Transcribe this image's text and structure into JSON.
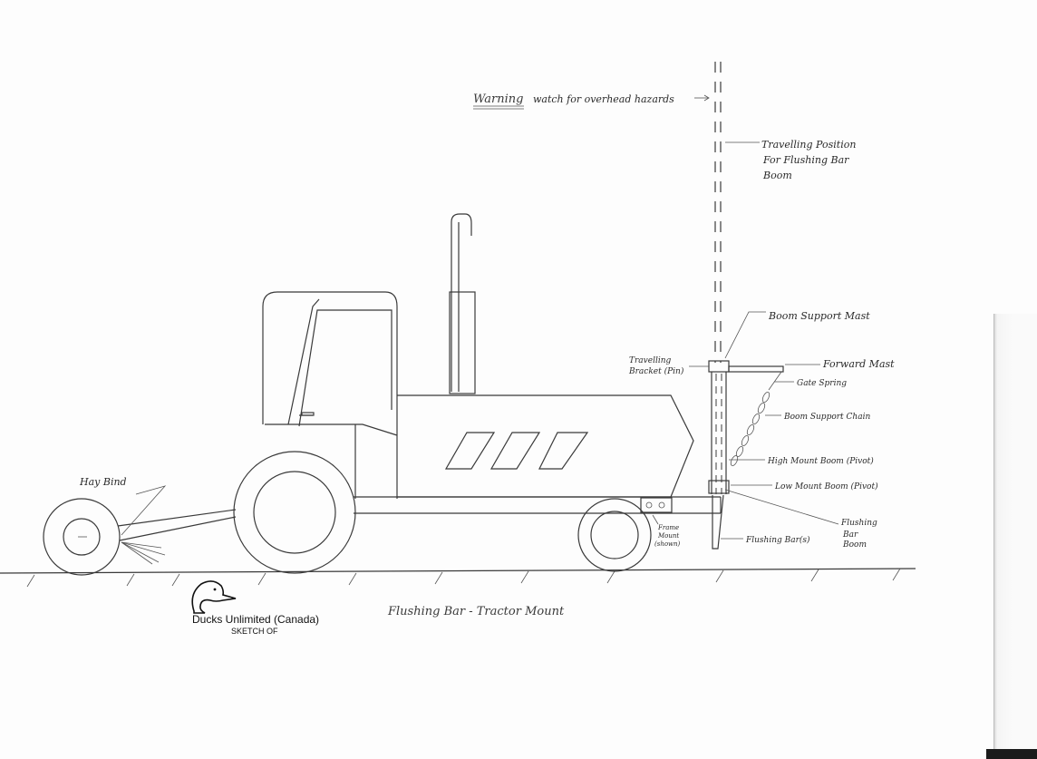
{
  "warning": {
    "emphasis": "Warning",
    "text": "watch for overhead hazards"
  },
  "labels": {
    "travelling_position": [
      "Travelling Position",
      "For Flushing Bar",
      "Boom"
    ],
    "boom_support_mast": "Boom Support Mast",
    "travelling_bracket": [
      "Travelling",
      "Bracket (Pin)"
    ],
    "forward_mast": "Forward Mast",
    "gate_spring": "Gate Spring",
    "boom_support_chain": "Boom Support Chain",
    "high_mount_boom": "High Mount Boom (Pivot)",
    "low_mount_boom": "Low Mount Boom (Pivot)",
    "flushing_bar_boom": [
      "Flushing",
      "Bar",
      "Boom"
    ],
    "flushing_bars": "Flushing Bar(s)",
    "frame_mount": [
      "Frame",
      "Mount",
      "(shown)"
    ],
    "hay_bind": "Hay Bind"
  },
  "caption": "Flushing Bar - Tractor Mount",
  "brand": {
    "name": "Ducks Unlimited (Canada)",
    "subtitle": "SKETCH OF",
    "logo_icon": "duck-head-icon"
  }
}
